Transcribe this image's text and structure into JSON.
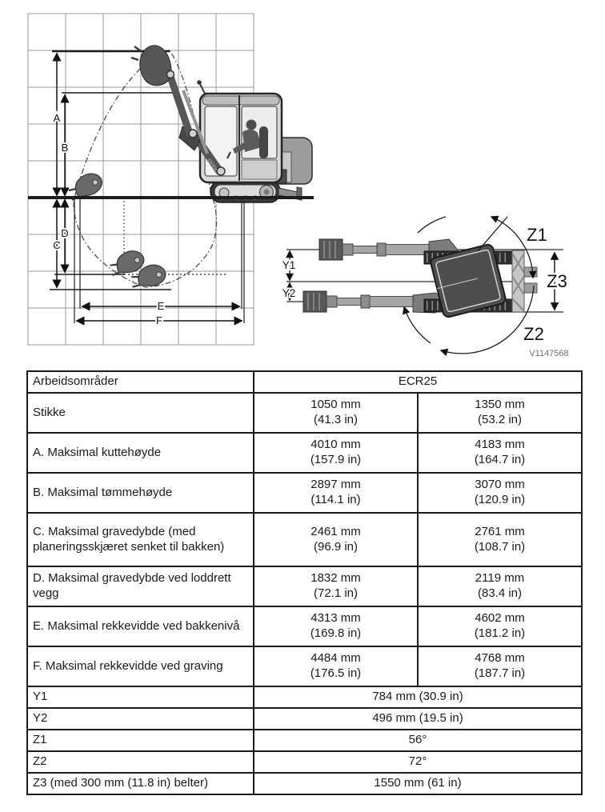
{
  "colors": {
    "ink": "#1a1a1a",
    "grid_line": "#989898",
    "machine_gray": "#575757"
  },
  "diagram_side": {
    "brand": "VOLVO",
    "labels": {
      "a": "A",
      "b": "B",
      "c": "C",
      "d": "D",
      "e": "E",
      "f": "F"
    }
  },
  "diagram_top": {
    "labels": {
      "y1": "Y1",
      "y2": "Y2",
      "z1": "Z1",
      "z2": "Z2",
      "z3": "Z3"
    },
    "figure_code": "V1147568"
  },
  "table": {
    "col_header": "Arbeidsområder",
    "model_header": "ECR25",
    "rows": [
      {
        "label": "Stikke",
        "values": [
          {
            "mm": "1050 mm",
            "in": "(41.3 in)"
          },
          {
            "mm": "1350 mm",
            "in": "(53.2 in)"
          }
        ]
      },
      {
        "label": "A. Maksimal kuttehøyde",
        "values": [
          {
            "mm": "4010 mm",
            "in": "(157.9 in)"
          },
          {
            "mm": "4183 mm",
            "in": "(164.7 in)"
          }
        ]
      },
      {
        "label": "B. Maksimal tømmehøyde",
        "values": [
          {
            "mm": "2897 mm",
            "in": "(114.1 in)"
          },
          {
            "mm": "3070 mm",
            "in": "(120.9 in)"
          }
        ]
      },
      {
        "label": "C. Maksimal gravedybde (med planeringsskjæret senket til bakken)",
        "values": [
          {
            "mm": "2461 mm",
            "in": "(96.9 in)"
          },
          {
            "mm": "2761 mm",
            "in": "(108.7 in)"
          }
        ]
      },
      {
        "label": "D. Maksimal gravedybde ved loddrett vegg",
        "values": [
          {
            "mm": "1832 mm",
            "in": "(72.1 in)"
          },
          {
            "mm": "2119 mm",
            "in": "(83.4 in)"
          }
        ]
      },
      {
        "label": "E. Maksimal rekkevidde ved bakkenivå",
        "values": [
          {
            "mm": "4313 mm",
            "in": "(169.8 in)"
          },
          {
            "mm": "4602 mm",
            "in": "(181.2 in)"
          }
        ]
      },
      {
        "label": "F. Maksimal rekkevidde ved graving",
        "values": [
          {
            "mm": "4484 mm",
            "in": "(176.5 in)"
          },
          {
            "mm": "4768 mm",
            "in": "(187.7 in)"
          }
        ]
      }
    ],
    "single_rows": [
      {
        "label": "Y1",
        "value": "784 mm (30.9 in)"
      },
      {
        "label": "Y2",
        "value": "496 mm (19.5 in)"
      },
      {
        "label": "Z1",
        "value": "56°"
      },
      {
        "label": "Z2",
        "value": "72°"
      },
      {
        "label": "Z3 (med 300 mm (11.8 in) belter)",
        "value": "1550 mm (61 in)"
      }
    ]
  }
}
